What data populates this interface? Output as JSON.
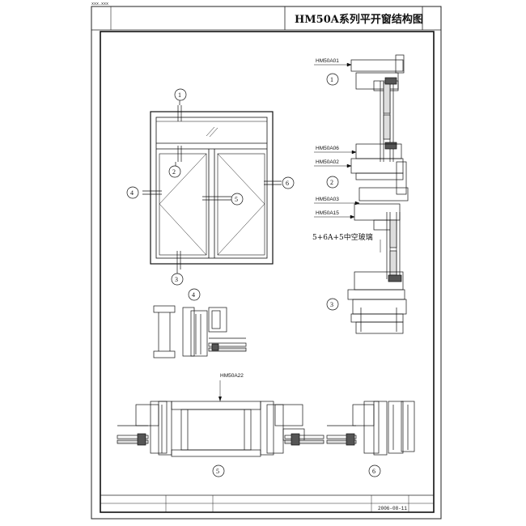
{
  "sheet": {
    "corner_text": "xxx.xxx",
    "title": "HM50A系列平开窗结构图",
    "date": "2006-08-11"
  },
  "section_view": {
    "labels": {
      "l1": "HM50A01",
      "l2": "HM50A06",
      "l3": "HM50A02",
      "l4": "HM50A03",
      "l5": "HM50A15"
    },
    "glass_note": "5+6A+5中空玻璃",
    "markers": [
      "1",
      "2",
      "3"
    ]
  },
  "elevation": {
    "markers": [
      "1",
      "2",
      "3",
      "4",
      "5",
      "6"
    ]
  },
  "detail4": {
    "marker": "4"
  },
  "detail5": {
    "marker": "5",
    "label": "HM50A22"
  },
  "detail6": {
    "marker": "6"
  }
}
